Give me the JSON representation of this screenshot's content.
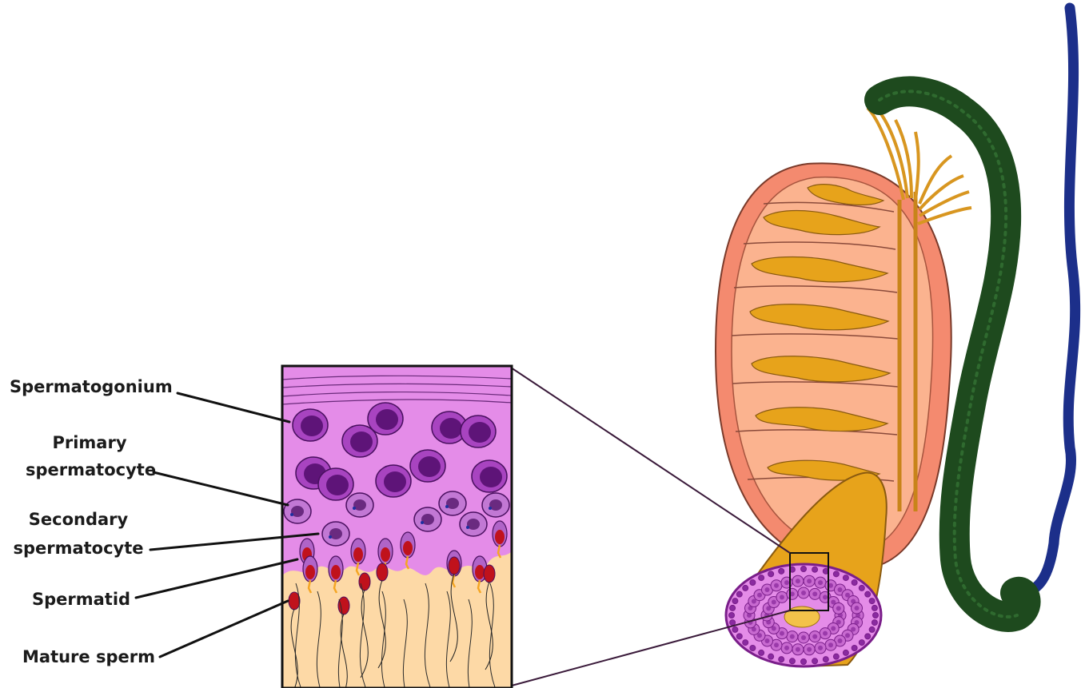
{
  "labels": {
    "spermatogonium": "Spermatogonium",
    "primary_line1": "Primary",
    "primary_line2": "spermatocyte",
    "secondary_line1": "Secondary",
    "secondary_line2": "spermatocyte",
    "spermatid": "Spermatid",
    "mature_sperm": "Mature sperm"
  },
  "colors": {
    "testis_tunica": "#f48a6f",
    "tubule_tissue": "#e7a31b",
    "epididymis": "#1e4a1e",
    "vas_deferens": "#1c2f8a",
    "epithelium": "#e48ce8",
    "spermatogonium_cell": "#8a2aa0",
    "lumen": "#fdd9a6",
    "acrosome": "#c0121c"
  }
}
